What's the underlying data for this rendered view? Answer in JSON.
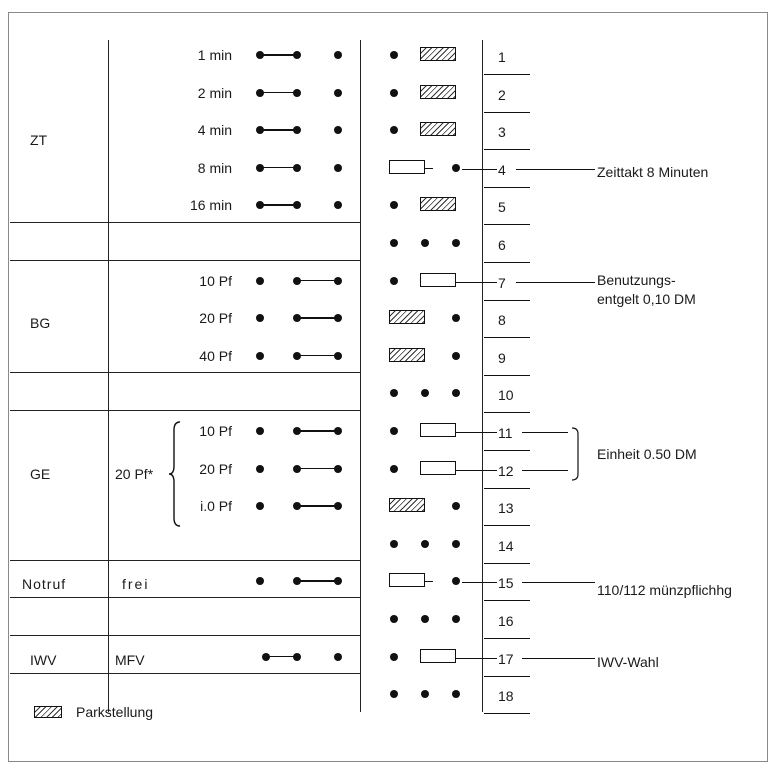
{
  "rows": [
    {
      "n": "1",
      "value": "1 min",
      "state": "park"
    },
    {
      "n": "2",
      "value": "2 min",
      "state": "park"
    },
    {
      "n": "3",
      "value": "4 min",
      "state": "park"
    },
    {
      "n": "4",
      "value": "8 min",
      "state": "box-left",
      "note": "Zeittakt  8  Minuten"
    },
    {
      "n": "5",
      "value": "16  min",
      "state": "park"
    },
    {
      "n": "6",
      "value": "",
      "state": "dots"
    },
    {
      "n": "7",
      "value": "10  Pf",
      "state": "box-right",
      "note": "Benutzungs-"
    },
    {
      "n": "8",
      "value": "20  Pf",
      "state": "park-left"
    },
    {
      "n": "9",
      "value": "40  Pf",
      "state": "park-left"
    },
    {
      "n": "10",
      "value": "",
      "state": "dots"
    },
    {
      "n": "11",
      "value": "10  Pf",
      "state": "box-right"
    },
    {
      "n": "12",
      "value": "20  Pf",
      "state": "box-right"
    },
    {
      "n": "13",
      "value": "i.0  Pf",
      "state": "park-left"
    },
    {
      "n": "14",
      "value": "",
      "state": "dots"
    },
    {
      "n": "15",
      "value": "",
      "state": "box-left",
      "note": "110/112  münzpflichhg"
    },
    {
      "n": "16",
      "value": "",
      "state": "dots"
    },
    {
      "n": "17",
      "value": "",
      "state": "box-right",
      "note": "IWV-Wahl"
    },
    {
      "n": "18",
      "value": "",
      "state": "dots"
    }
  ],
  "groups": {
    "zt": "ZT",
    "bg": "BG",
    "ge": "GE",
    "ge_sub": "20  Pf*",
    "notruf": "Notruf",
    "notruf_value": "frei",
    "iwv": "IWV",
    "iwv_value": "MFV"
  },
  "notes": {
    "bg_line2": "entgelt  0,10  DM",
    "einheit": "Einheit  0.50  DM"
  },
  "legend": {
    "label": "Parkstellung"
  }
}
